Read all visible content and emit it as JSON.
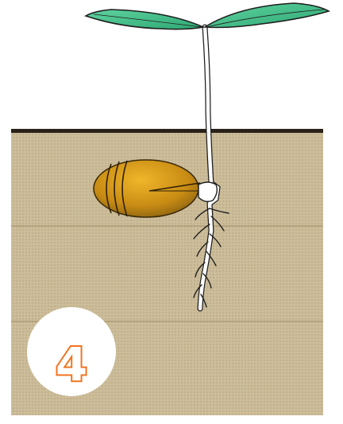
{
  "diagram": {
    "step_number": "4",
    "colors": {
      "soil": "#cbbb98",
      "soil_texture": "#b5a57f",
      "soil_surface": "#2a2219",
      "soil_layer_line": "#a38f68",
      "seed_light": "#e0a41c",
      "seed_dark": "#7e5a10",
      "leaf": "#45c08c",
      "leaf_outline": "#1e1e1e",
      "stem": "#ffffff",
      "badge_fill": "#ffffff",
      "badge_text_outline": "#f0741f"
    },
    "parts": [
      "soil",
      "soil-surface",
      "seed",
      "stem",
      "cotyledon-leaves",
      "roots",
      "step-badge"
    ]
  }
}
